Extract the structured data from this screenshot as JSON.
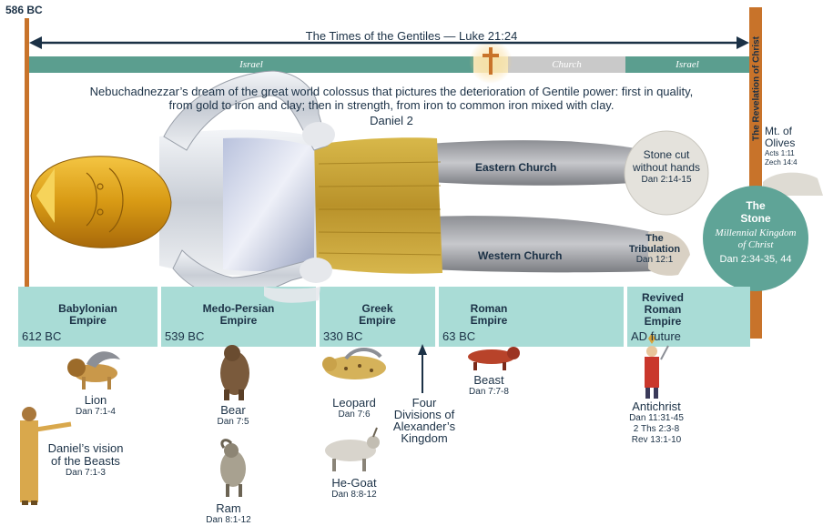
{
  "header": {
    "start_date": "586 BC",
    "span_title": "The Times of the Gentiles — Luke 21:24",
    "revelation": "The Revelation of Christ"
  },
  "eras": [
    {
      "label": "Israel"
    },
    {
      "label": "Church"
    },
    {
      "label": "Israel"
    }
  ],
  "description": {
    "line1": "Nebuchadnezzar’s dream of the great world colossus that pictures the deterioration of Gentile power: first in quality,",
    "line2": "from gold to iron and clay; then in strength, from iron to common iron mixed with clay.",
    "ref": "Daniel 2"
  },
  "statue": {
    "eastern": "Eastern Church",
    "western": "Western Church"
  },
  "stone": {
    "title": "Stone cut",
    "title2": "without hands",
    "ref": "Dan 2:14-15"
  },
  "olives": {
    "title": "Mt. of",
    "title2": "Olives",
    "ref1": "Acts 1:11",
    "ref2": "Zech 14:4"
  },
  "the_stone": {
    "line1": "The",
    "line2": "Stone",
    "kingdom1": "Millennial Kingdom",
    "kingdom2": "of Christ",
    "ref": "Dan 2:34-35, 44"
  },
  "tribulation": {
    "line1": "The",
    "line2": "Tribulation",
    "ref": "Dan 12:1"
  },
  "empires": [
    {
      "name1": "Babylonian",
      "name2": "Empire",
      "name3": "",
      "date": "612 BC"
    },
    {
      "name1": "Medo-Persian",
      "name2": "Empire",
      "name3": "",
      "date": "539 BC"
    },
    {
      "name1": "Greek",
      "name2": "Empire",
      "name3": "",
      "date": "330 BC"
    },
    {
      "name1": "Roman",
      "name2": "Empire",
      "name3": "",
      "date": "63 BC"
    },
    {
      "name1": "Revived",
      "name2": "Roman",
      "name3": "Empire",
      "date": "AD future"
    }
  ],
  "beasts": {
    "lion": {
      "label": "Lion",
      "ref": "Dan 7:1-4"
    },
    "bear": {
      "label": "Bear",
      "ref": "Dan 7:5"
    },
    "ram": {
      "label": "Ram",
      "ref": "Dan 8:1-12"
    },
    "leopard": {
      "label": "Leopard",
      "ref": "Dan 7:6"
    },
    "goat": {
      "label": "He-Goat",
      "ref": "Dan 8:8-12"
    },
    "beast": {
      "label": "Beast",
      "ref": "Dan 7:7-8"
    },
    "antichrist": {
      "label": "Antichrist",
      "ref1": "Dan 11:31-45",
      "ref2": "2 Ths 2:3-8",
      "ref3": "Rev 13:1-10"
    }
  },
  "divisions": {
    "line1": "Four",
    "line2": "Divisions of",
    "line3": "Alexander’s",
    "line4": "Kingdom"
  },
  "daniel": {
    "line1": "Daniel’s vision",
    "line2": "of the Beasts",
    "ref": "Dan 7:1-3"
  },
  "colors": {
    "band": "#5b9e8f",
    "church_band": "#c9c9c9",
    "empire_box": "#a9dcd6",
    "pole": "#c8732a",
    "arrow": "#1b3146",
    "stone_circle": "#5fa497"
  }
}
